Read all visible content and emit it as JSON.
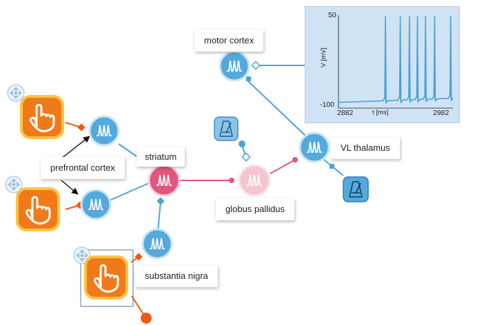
{
  "nodes": {
    "motor_cortex": "motor cortex",
    "prefrontal_cortex": "prefrontal cortex",
    "striatum": "striatum",
    "globus_pallidus": "globus pallidus",
    "vl_thalamus": "VL thalamus",
    "substantia_nigra": "substantia nigra"
  },
  "icons": {
    "stimulator": "hand-pointer-icon",
    "neuron": "spike-train-icon",
    "recorder": "metronome-icon",
    "move": "move-arrows-icon"
  },
  "colors": {
    "excitatory": "#4aa3d6",
    "inhibitory": "#e2567d",
    "stimulus": "#ee5a14",
    "stimulator_fill": "#f07a1a",
    "stimulator_border": "#f9c344",
    "neuron_fill": "#54a9dd",
    "striatum_fill": "#e2567d",
    "pallidus_fill": "#f6c5d2",
    "plot_bg": "#cfe3f4"
  },
  "chart_data": {
    "type": "line",
    "title": "",
    "xlabel": "t [ms]",
    "ylabel": "V [mV]",
    "xlim": [
      2882,
      2982
    ],
    "ylim": [
      -100,
      50
    ],
    "x_ticks": [
      "2882",
      "2982"
    ],
    "y_ticks": [
      "50",
      "-100"
    ],
    "grid": false,
    "spike_times": [
      2923,
      2936,
      2944,
      2951,
      2958,
      2966,
      2980
    ],
    "resting_start": -95,
    "resting_end": -88,
    "spike_peak": 50,
    "series": [
      {
        "values": []
      }
    ]
  }
}
